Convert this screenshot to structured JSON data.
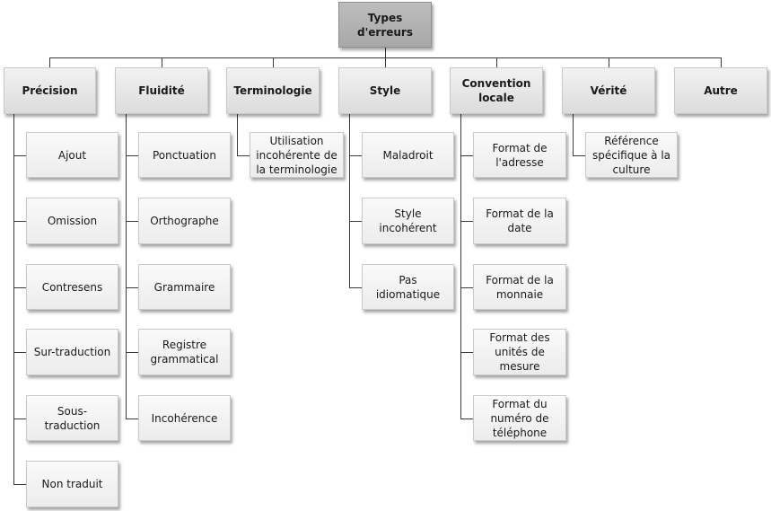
{
  "root": {
    "label": "Types d'erreurs"
  },
  "categories": {
    "precision": {
      "label": "Précision"
    },
    "fluidite": {
      "label": "Fluidité"
    },
    "terminologie": {
      "label": "Terminologie"
    },
    "style": {
      "label": "Style"
    },
    "convention": {
      "label": "Convention locale"
    },
    "verite": {
      "label": "Vérité"
    },
    "autre": {
      "label": "Autre"
    }
  },
  "children": {
    "precision": [
      "Ajout",
      "Omission",
      "Contresens",
      "Sur-traduction",
      "Sous-traduction",
      "Non traduit"
    ],
    "fluidite": [
      "Ponctuation",
      "Orthographe",
      "Grammaire",
      "Registre grammatical",
      "Incohérence"
    ],
    "terminologie": [
      "Utilisation incohérente de la terminologie"
    ],
    "style": [
      "Maladroit",
      "Style incohérent",
      "Pas idiomatique"
    ],
    "convention": [
      "Format de l'adresse",
      "Format de la date",
      "Format de la monnaie",
      "Format des unités de mesure",
      "Format du numéro de téléphone"
    ],
    "verite": [
      "Référence spécifique à la culture"
    ]
  }
}
